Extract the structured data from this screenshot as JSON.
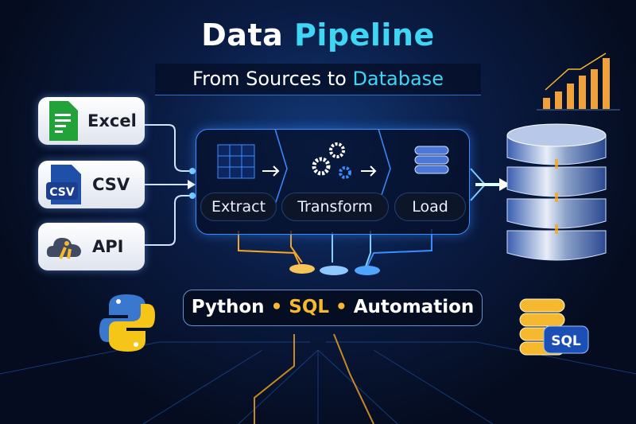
{
  "title": {
    "part1": "Data",
    "part2": "Pipeline"
  },
  "subtitle": {
    "part1": "From Sources to",
    "part2": "Database"
  },
  "sources": [
    {
      "label": "Excel",
      "icon": "excel-file-icon"
    },
    {
      "label": "CSV",
      "icon": "csv-file-icon",
      "badge": "CSV"
    },
    {
      "label": "API",
      "icon": "cloud-api-icon"
    }
  ],
  "stages": [
    {
      "label": "Extract",
      "icon": "grid-icon"
    },
    {
      "label": "Transform",
      "icon": "gears-icon"
    },
    {
      "label": "Load",
      "icon": "database-icon"
    }
  ],
  "tech": {
    "item1": "Python",
    "item2": "SQL",
    "item3": "Automation",
    "separator": "•"
  },
  "sql_badge": "SQL",
  "colors": {
    "accent": "#3fd6f5",
    "gold": "#f5b82e",
    "blue": "#3a8cff"
  }
}
